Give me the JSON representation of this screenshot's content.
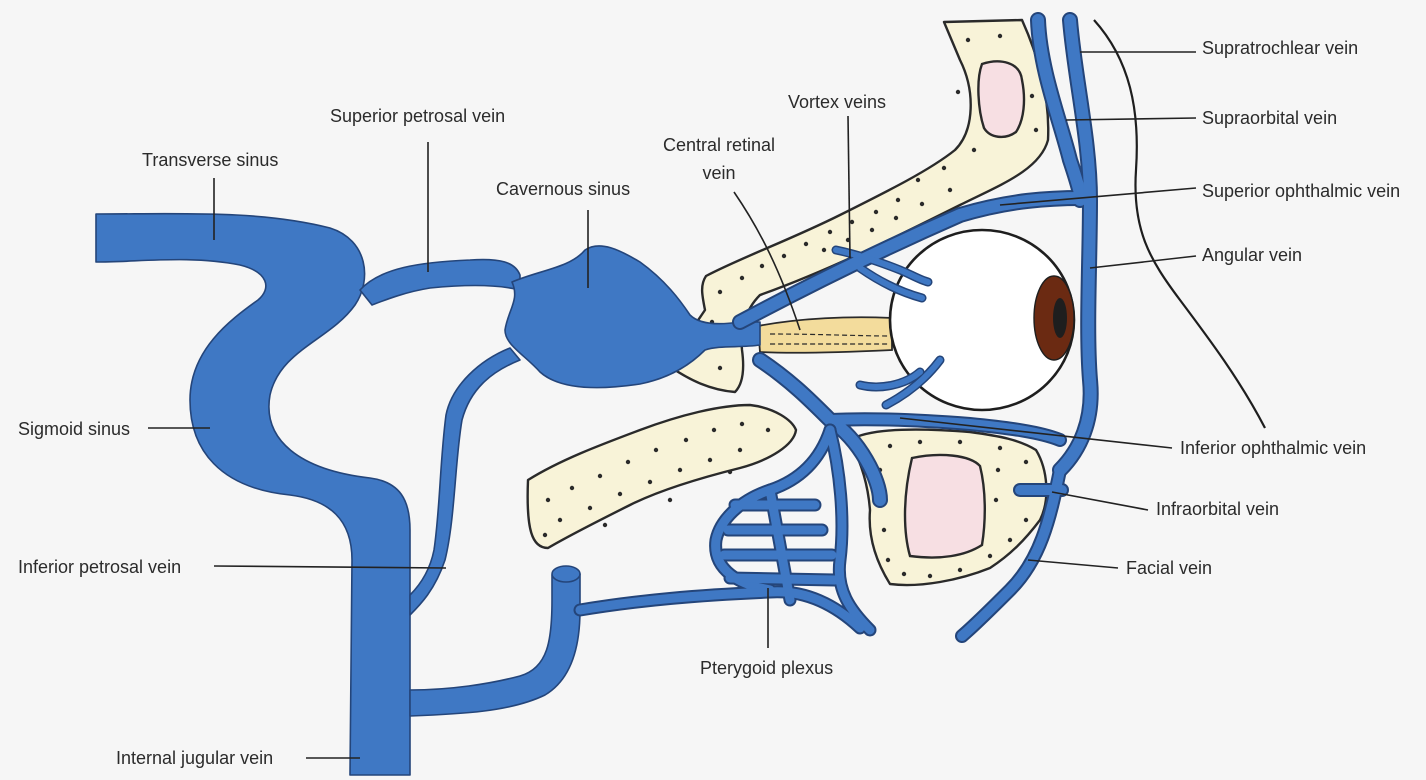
{
  "labels": {
    "supratrochlear": "Supratrochlear vein",
    "supraorbital": "Supraorbital vein",
    "superior_ophthalmic": "Superior ophthalmic vein",
    "angular": "Angular vein",
    "inferior_ophthalmic": "Inferior ophthalmic vein",
    "infraorbital": "Infraorbital vein",
    "facial": "Facial vein",
    "superior_petrosal": "Superior petrosal vein",
    "transverse_sinus": "Transverse sinus",
    "cavernous_sinus": "Cavernous sinus",
    "central_retinal_1": "Central retinal",
    "central_retinal_2": "vein",
    "vortex": "Vortex veins",
    "sigmoid_sinus": "Sigmoid sinus",
    "inferior_petrosal": "Inferior petrosal vein",
    "internal_jugular": "Internal jugular vein",
    "pterygoid_plexus": "Pterygoid plexus"
  },
  "colors": {
    "vein": "#3f78c4",
    "vein_outline": "#24457a",
    "bone": "#f8f3d8",
    "sinus_cavity": "#f7dfe3",
    "optic_nerve": "#f3dc9c",
    "iris": "#6b2a12",
    "background": "#f6f6f6"
  }
}
